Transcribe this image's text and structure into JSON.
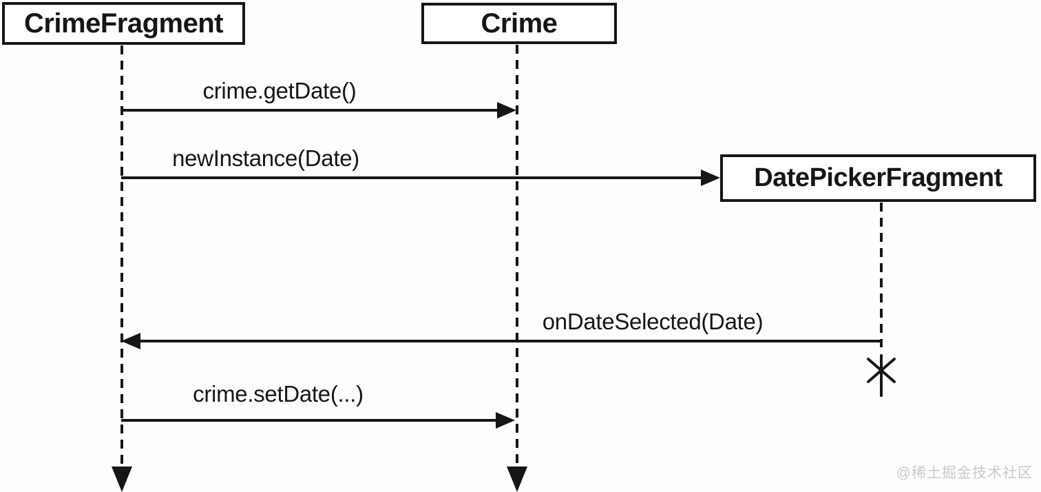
{
  "diagram": {
    "type": "uml-sequence",
    "actors": [
      {
        "name": "CrimeFragment"
      },
      {
        "name": "Crime"
      },
      {
        "name": "DatePickerFragment"
      }
    ],
    "messages": [
      {
        "label": "crime.getDate()",
        "from": "CrimeFragment",
        "to": "Crime"
      },
      {
        "label": "newInstance(Date)",
        "from": "CrimeFragment",
        "to": "DatePickerFragment"
      },
      {
        "label": "onDateSelected(Date)",
        "from": "DatePickerFragment",
        "to": "CrimeFragment"
      },
      {
        "label": "crime.setDate(...)",
        "from": "CrimeFragment",
        "to": "Crime"
      }
    ],
    "lifeline_ends": {
      "CrimeFragment": "arrow",
      "Crime": "arrow",
      "DatePickerFragment": "destroyed-x"
    },
    "colors": {
      "ink": "#161616",
      "background": "#fefefe",
      "box_fill": "#ffffff",
      "watermark": "#c8c8c8"
    }
  },
  "watermark": {
    "text": "@稀土掘金技术社区"
  }
}
